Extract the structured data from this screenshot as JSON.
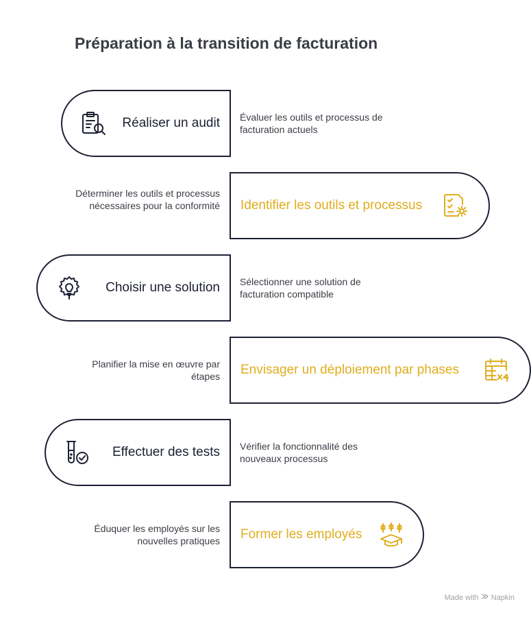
{
  "title": "Préparation à la transition de facturation",
  "steps": [
    {
      "label": "Réaliser un audit",
      "description": "Évaluer les outils et processus de facturation actuels",
      "icon": "clipboard-search-icon"
    },
    {
      "label": "Identifier les outils et processus",
      "description": "Déterminer les outils et processus nécessaires pour la conformité",
      "icon": "checklist-gear-icon"
    },
    {
      "label": "Choisir une solution",
      "description": "Sélectionner une solution de facturation compatible",
      "icon": "gear-bulb-icon"
    },
    {
      "label": "Envisager un déploiement par phases",
      "description": "Planifier la mise en œuvre par étapes",
      "icon": "calendar-x4-icon"
    },
    {
      "label": "Effectuer des tests",
      "description": "Vérifier la fonctionnalité des nouveaux processus",
      "icon": "test-tube-check-icon"
    },
    {
      "label": "Former les employés",
      "description": "Éduquer les employés sur les nouvelles pratiques",
      "icon": "graduation-cap-icon"
    }
  ],
  "colors": {
    "dark": "#1c2033",
    "accent": "#e0ad1d",
    "text": "#3a3d45"
  },
  "credit": {
    "prefix": "Made with",
    "brand": "Napkin"
  }
}
